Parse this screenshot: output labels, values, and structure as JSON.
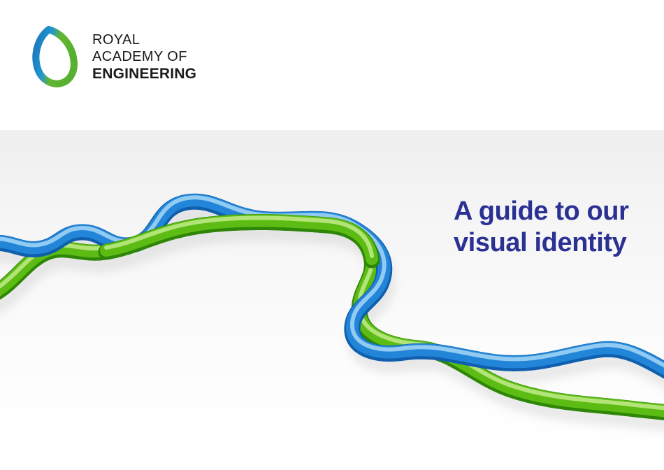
{
  "page": {
    "type": "brand-guidelines-cover"
  },
  "logo": {
    "line1": "ROYAL",
    "line2": "ACADEMY OF",
    "line3": "ENGINEERING",
    "icon": "raeng-pear-logo"
  },
  "headline": {
    "line1": "A guide to our",
    "line2": "visual identity"
  },
  "colors": {
    "headline_blue": "#2b3093",
    "logo_blue": "#1b74ba",
    "logo_green": "#58b030",
    "ribbon_blue": "#2285d8",
    "ribbon_blue_dark": "#0f5fae",
    "ribbon_blue_light": "#9ed3f5",
    "ribbon_green": "#5cbc14",
    "ribbon_green_dark": "#2e8607",
    "ribbon_green_light": "#bde883",
    "background_band": "#efeff0"
  }
}
